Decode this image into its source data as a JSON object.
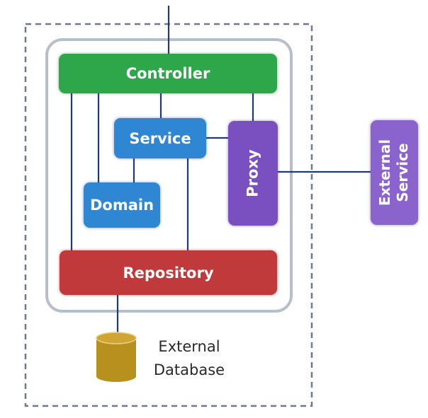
{
  "diagram": {
    "nodes": {
      "controller": "Controller",
      "service": "Service",
      "domain": "Domain",
      "proxy": "Proxy",
      "repository": "Repository",
      "external_service_line1": "External",
      "external_service_line2": "Service",
      "external_database_line1": "External",
      "external_database_line2": "Database"
    },
    "colors": {
      "controller": "#2ea64a",
      "service": "#2f86d2",
      "domain": "#2f86d2",
      "proxy": "#7a4fc0",
      "external_service": "#8a63cc",
      "repository": "#c0393b",
      "database": "#b8901e",
      "connector": "#1f3a7a",
      "boundary": "#6b7a90"
    }
  }
}
